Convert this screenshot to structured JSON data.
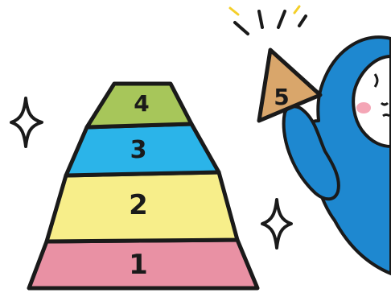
{
  "pyramid": {
    "levels": [
      {
        "label": "1",
        "color": "#e991a4"
      },
      {
        "label": "2",
        "color": "#f7ee8a"
      },
      {
        "label": "3",
        "color": "#2bb4e9"
      },
      {
        "label": "4",
        "color": "#a7c65a"
      }
    ]
  },
  "top_piece": {
    "label": "5",
    "color": "#d9a66b"
  },
  "character": {
    "body_color": "#1e88d0",
    "face_color": "#ffffff",
    "cheek_color": "#f4a6b6"
  }
}
